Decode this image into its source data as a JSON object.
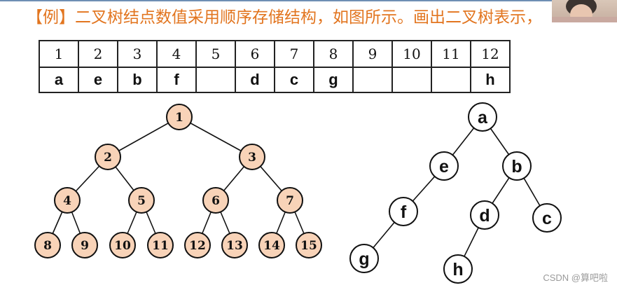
{
  "title": "【例】二叉树结点数值采用顺序存储结构，如图所示。画出二叉树表示，",
  "table": {
    "indices": [
      "1",
      "2",
      "3",
      "4",
      "5",
      "6",
      "7",
      "8",
      "9",
      "10",
      "11",
      "12"
    ],
    "values": [
      "a",
      "e",
      "b",
      "f",
      "",
      "d",
      "c",
      "g",
      "",
      "",
      "",
      "h"
    ]
  },
  "full_tree": {
    "fill": "#f8d3b8",
    "nodes": [
      "1",
      "2",
      "3",
      "4",
      "5",
      "6",
      "7",
      "8",
      "9",
      "10",
      "11",
      "12",
      "13",
      "14",
      "15"
    ]
  },
  "letter_tree": {
    "fill": "#ffffff",
    "nodes": [
      "a",
      "e",
      "b",
      "f",
      "d",
      "c",
      "g",
      "h"
    ]
  },
  "watermark": "CSDN @算吧啦"
}
